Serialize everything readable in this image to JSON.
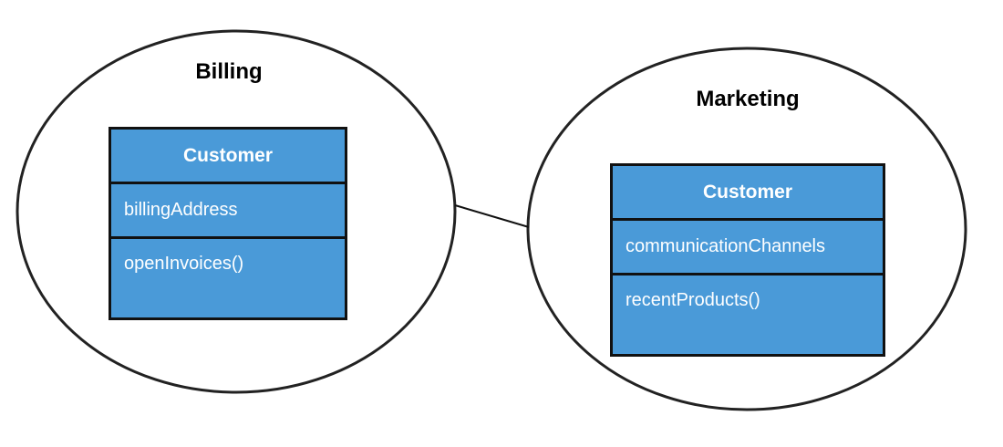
{
  "contexts": [
    {
      "title": "Billing",
      "class": {
        "name": "Customer",
        "attribute": "billingAddress",
        "method": "openInvoices()"
      }
    },
    {
      "title": "Marketing",
      "class": {
        "name": "Customer",
        "attribute": "communicationChannels",
        "method": "recentProducts()"
      }
    }
  ],
  "colors": {
    "class_fill": "#4a9ad8",
    "class_text": "#ffffff",
    "outline": "#111111",
    "background": "#ffffff"
  }
}
